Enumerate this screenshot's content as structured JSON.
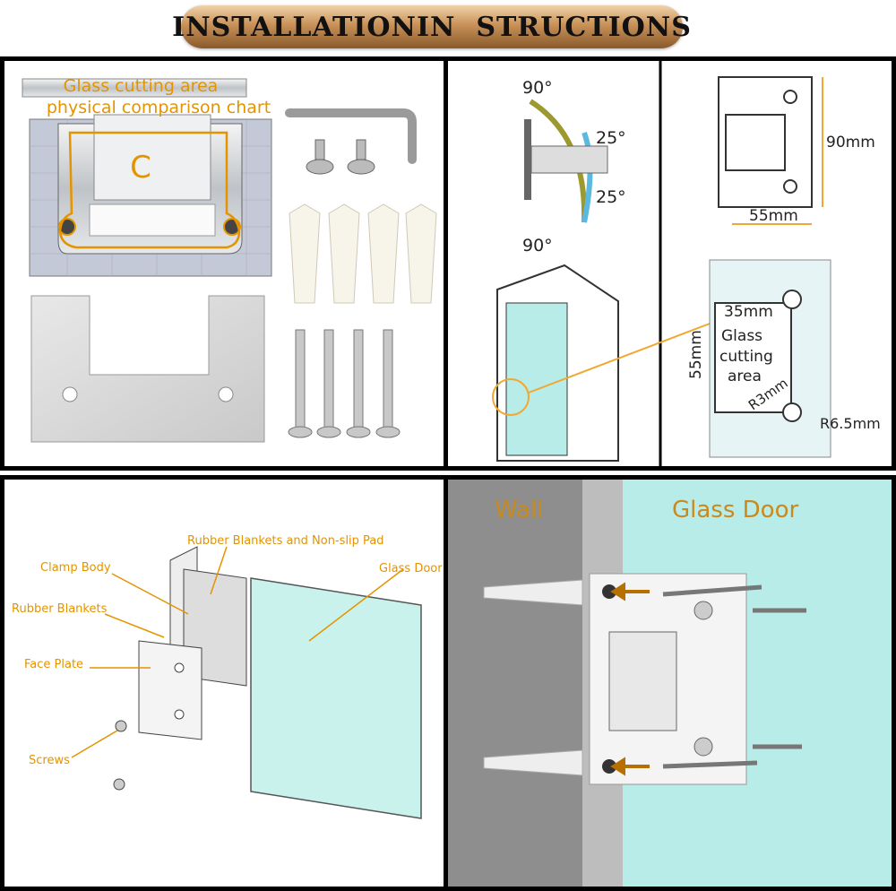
{
  "banner": {
    "title": "INSTALLATIONIN  STRUCTIONS"
  },
  "panel_parts": {
    "cutting_area_line1": "Glass cutting area",
    "cutting_area_line2": "physical comparison chart",
    "cutout_letter": "C"
  },
  "panel_specs": {
    "angle_top": "90°",
    "angle_bottom": "90°",
    "angle_upper_side": "25°",
    "angle_lower_side": "25°",
    "height_dim": "90mm",
    "width_dim": "55mm",
    "notch_width": "35mm",
    "notch_height": "55mm",
    "notch_label_1": "Glass",
    "notch_label_2": "cutting",
    "notch_label_3": "area",
    "radius_small": "R3mm",
    "radius_large": "R6.5mm"
  },
  "panel_exploded": {
    "label_rubber_pad": "Rubber Blankets and Non-slip Pad",
    "label_clamp_body": "Clamp Body",
    "label_glass_door": "Glass Door",
    "label_rubber_blankets": "Rubber Blankets",
    "label_face_plate": "Face Plate",
    "label_screws": "Screws"
  },
  "panel_install": {
    "wall_label": "Wall",
    "glass_label": "Glass Door"
  },
  "colors": {
    "accent_orange": "#e39400",
    "dim_orange": "#f0a830",
    "glass_blue": "#b8ece8",
    "wall_gray": "#8e8e8e"
  }
}
